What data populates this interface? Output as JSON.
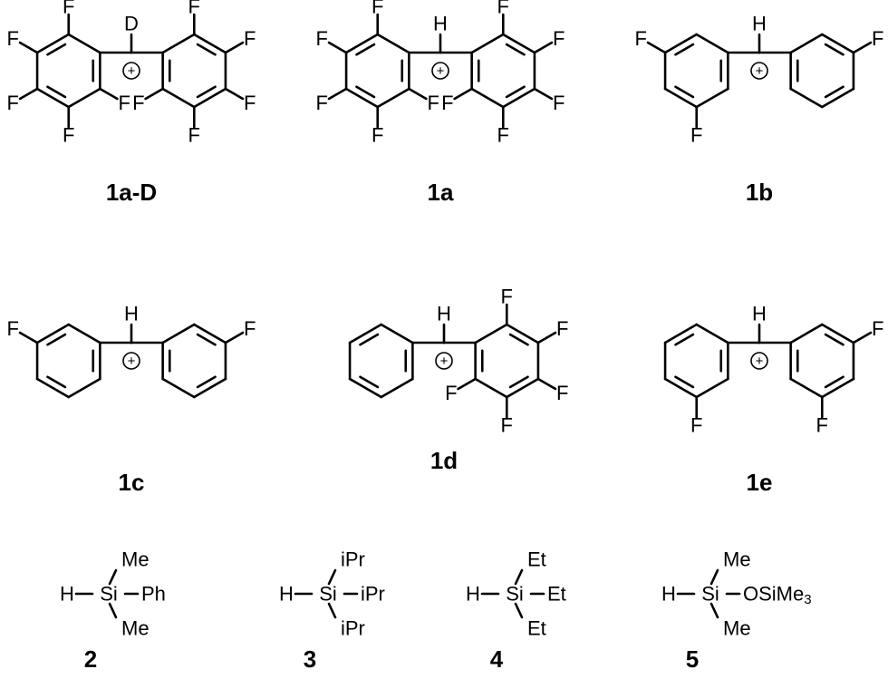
{
  "compounds": [
    {
      "label": "1a-D",
      "center": "D",
      "left": [
        "F",
        "F",
        "F",
        "F",
        "F"
      ],
      "right": [
        "F",
        "F",
        "F",
        "F",
        "F"
      ]
    },
    {
      "label": "1a",
      "center": "H",
      "left": [
        "F",
        "F",
        "F",
        "F",
        "F"
      ],
      "right": [
        "F",
        "F",
        "F",
        "F",
        "F"
      ]
    },
    {
      "label": "1b",
      "center": "H",
      "left": [
        "F",
        "F"
      ],
      "right": [
        "F"
      ]
    },
    {
      "label": "1c",
      "center": "H",
      "left": [
        "F"
      ],
      "right": [
        "F"
      ]
    },
    {
      "label": "1d",
      "center": "H",
      "left": [],
      "right": [
        "F",
        "F",
        "F",
        "F",
        "F"
      ]
    },
    {
      "label": "1e",
      "center": "H",
      "left": [
        "F"
      ],
      "right": [
        "F",
        "F"
      ]
    }
  ],
  "charge": "+",
  "silanes": [
    {
      "label": "2",
      "h": "H",
      "si": "Si",
      "top": "Me",
      "right": "Ph",
      "bottom": "Me"
    },
    {
      "label": "3",
      "h": "H",
      "si": "Si",
      "top": "iPr",
      "right": "iPr",
      "bottom": "iPr"
    },
    {
      "label": "4",
      "h": "H",
      "si": "Si",
      "top": "Et",
      "right": "Et",
      "bottom": "Et"
    },
    {
      "label": "5",
      "h": "H",
      "si": "Si",
      "top": "Me",
      "right": "OSiMe",
      "right_sub": "3",
      "bottom": "Me"
    }
  ]
}
